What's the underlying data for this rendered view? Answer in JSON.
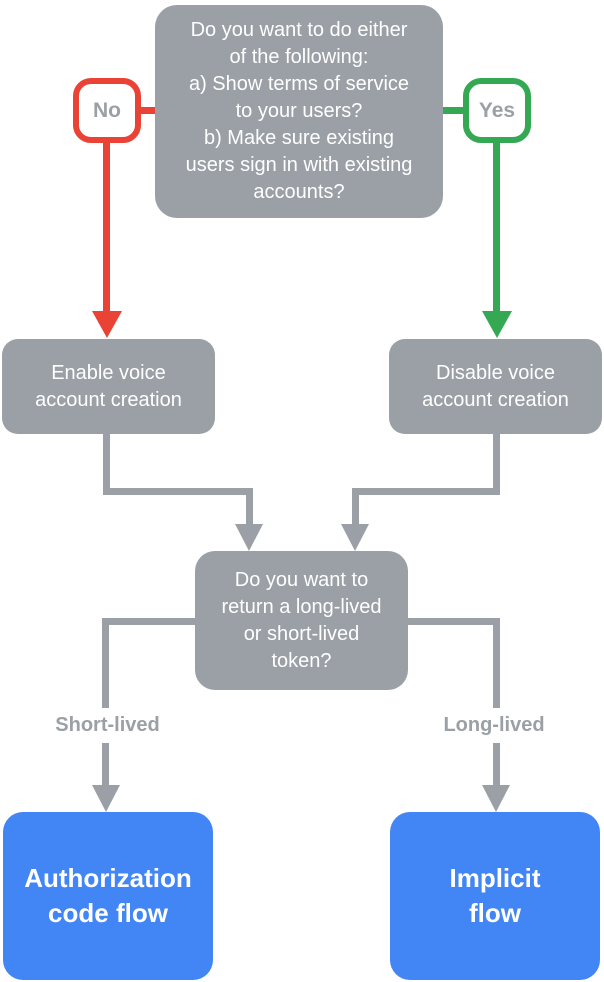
{
  "palette": {
    "gray": "#9AA0A6",
    "red": "#EA4335",
    "green": "#34A853",
    "blue": "#4285F4",
    "nodeText": "#FFFFFF",
    "labelText": "#9AA0A6",
    "background": "#FFFFFF"
  },
  "nodes": {
    "question1": "Do you want to do either\nof the following:\na) Show terms of service\nto your users?\nb) Make sure existing\nusers sign in with existing\naccounts?",
    "enable": "Enable voice\naccount creation",
    "disable": "Disable voice\naccount creation",
    "question2": "Do you want to\nreturn a long-lived\nor short-lived\ntoken?",
    "auth_code": "Authorization\ncode flow",
    "implicit": "Implicit\nflow"
  },
  "labels": {
    "no": "No",
    "yes": "Yes",
    "short_lived": "Short-lived",
    "long_lived": "Long-lived"
  }
}
